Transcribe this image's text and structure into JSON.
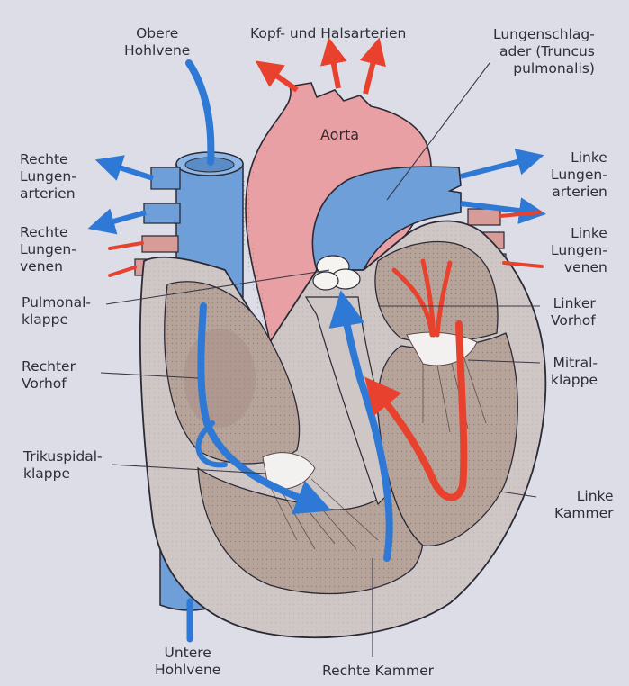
{
  "labels": {
    "obere_hohlvene": "Obere\nHohlvene",
    "kopf_hals": "Kopf- und Halsarterien",
    "lungenschlagader": "Lungenschlag-\nader (Truncus\npulmonalis)",
    "aorta": "Aorta",
    "rechte_lungenarterien": "Rechte\nLungen-\narterien",
    "rechte_lungenvenen": "Rechte\nLungen-\nvenen",
    "linke_lungenarterien": "Linke\nLungen-\narterien",
    "linke_lungenvenen": "Linke\nLungen-\nvenen",
    "pulmonalklappe": "Pulmonal-\nklappe",
    "linker_vorhof": "Linker\nVorhof",
    "rechter_vorhof": "Rechter\nVorhof",
    "mitralklappe": "Mitral-\nklappe",
    "trikuspidalklappe": "Trikuspidal-\nklappe",
    "linke_kammer": "Linke\nKammer",
    "untere_hohlvene": "Untere\nHohlvene",
    "rechte_kammer": "Rechte Kammer"
  },
  "colors": {
    "background": "#dcdde6",
    "venous_blue": "#6f9fd8",
    "arrow_blue": "#2f79d6",
    "aorta_pink": "#e8a0a4",
    "arterial_red": "#e8412e",
    "muscle_brown": "#b6a39a",
    "wall_grey": "#cfc6c6",
    "label_text": "#2c2f3a"
  }
}
